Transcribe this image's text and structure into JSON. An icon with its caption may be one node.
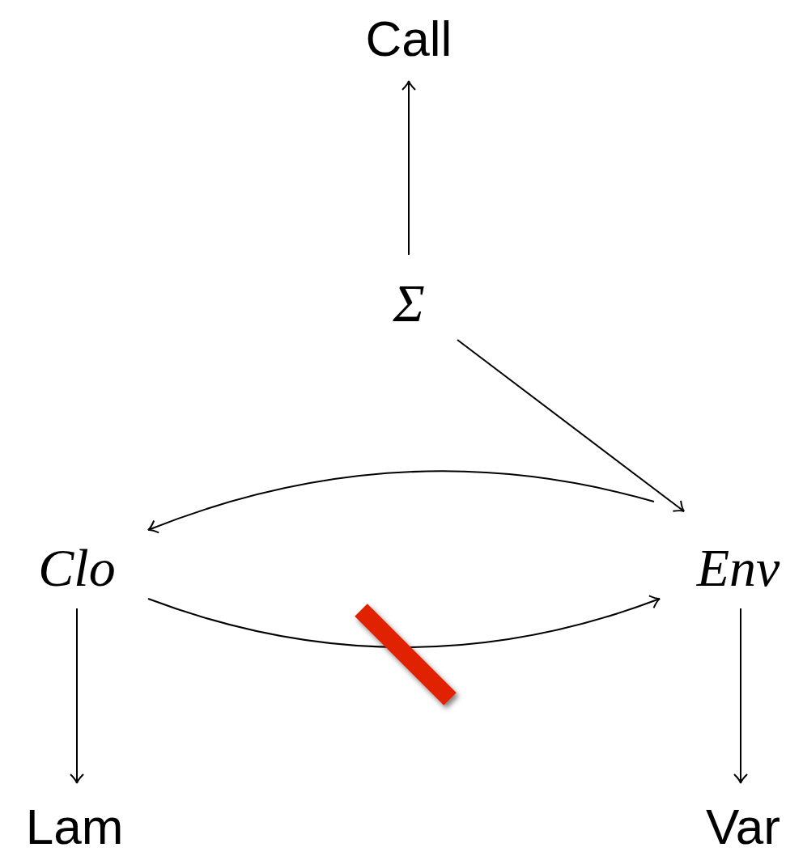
{
  "diagram": {
    "nodes": [
      {
        "text": [
          "Call"
        ]
      },
      {
        "text": [
          "Σ"
        ]
      },
      {
        "text": [
          "Clo"
        ]
      },
      {
        "text": [
          "Env"
        ]
      },
      {
        "text": [
          "Lam"
        ]
      },
      {
        "text": [
          "Var"
        ]
      }
    ],
    "edges": [
      {
        "from": 1,
        "to": 0,
        "arrow": "to"
      },
      {
        "from": 1,
        "to": 3,
        "arrow": "to"
      },
      {
        "from": 3,
        "to": 2,
        "arrow": "to"
      },
      {
        "from": 2,
        "to": 3,
        "arrow": "to"
      },
      {
        "from": 2,
        "to": 4,
        "arrow": "to"
      },
      {
        "from": 3,
        "to": 5,
        "arrow": "to"
      }
    ]
  }
}
